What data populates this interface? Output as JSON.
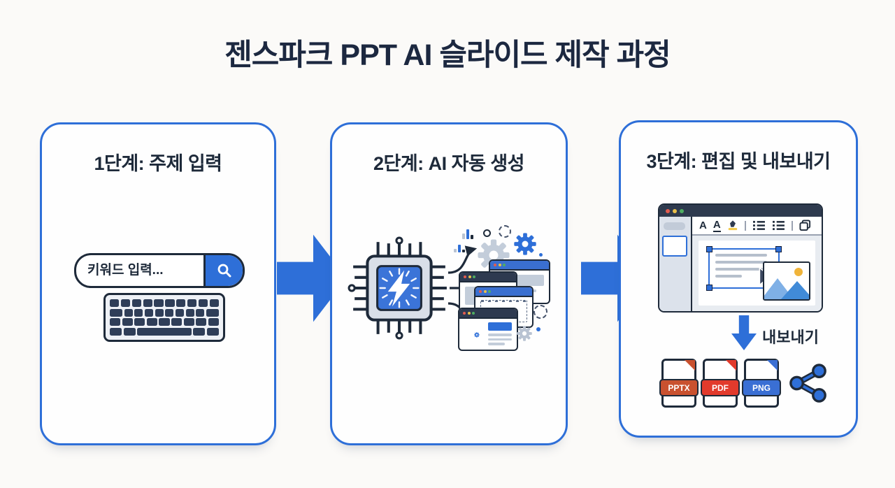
{
  "title": "젠스파크 PPT AI 슬라이드 제작 과정",
  "panels": [
    {
      "heading": "1단계: 주제 입력",
      "search_placeholder": "키워드 입력..."
    },
    {
      "heading": "2단계: AI 자동 생성"
    },
    {
      "heading": "3단계: 편집 및 내보내기",
      "toolbar": {
        "bold": "A",
        "underline": "A"
      },
      "export_label": "내보내기",
      "files": [
        {
          "label": "PPTX"
        },
        {
          "label": "PDF"
        },
        {
          "label": "PNG"
        }
      ]
    }
  ],
  "colors": {
    "accent_blue": "#2e6fd8",
    "navy_text": "#1c2840",
    "panel_border": "#2e6fd8",
    "pptx_label": "#c9512f",
    "pdf_label": "#e23a2c",
    "png_label": "#3a6fd4",
    "highlight_yellow": "#f2c94c",
    "traffic_red": "#e25c4f",
    "traffic_yellow": "#e9c04a",
    "traffic_green": "#4fae62"
  }
}
